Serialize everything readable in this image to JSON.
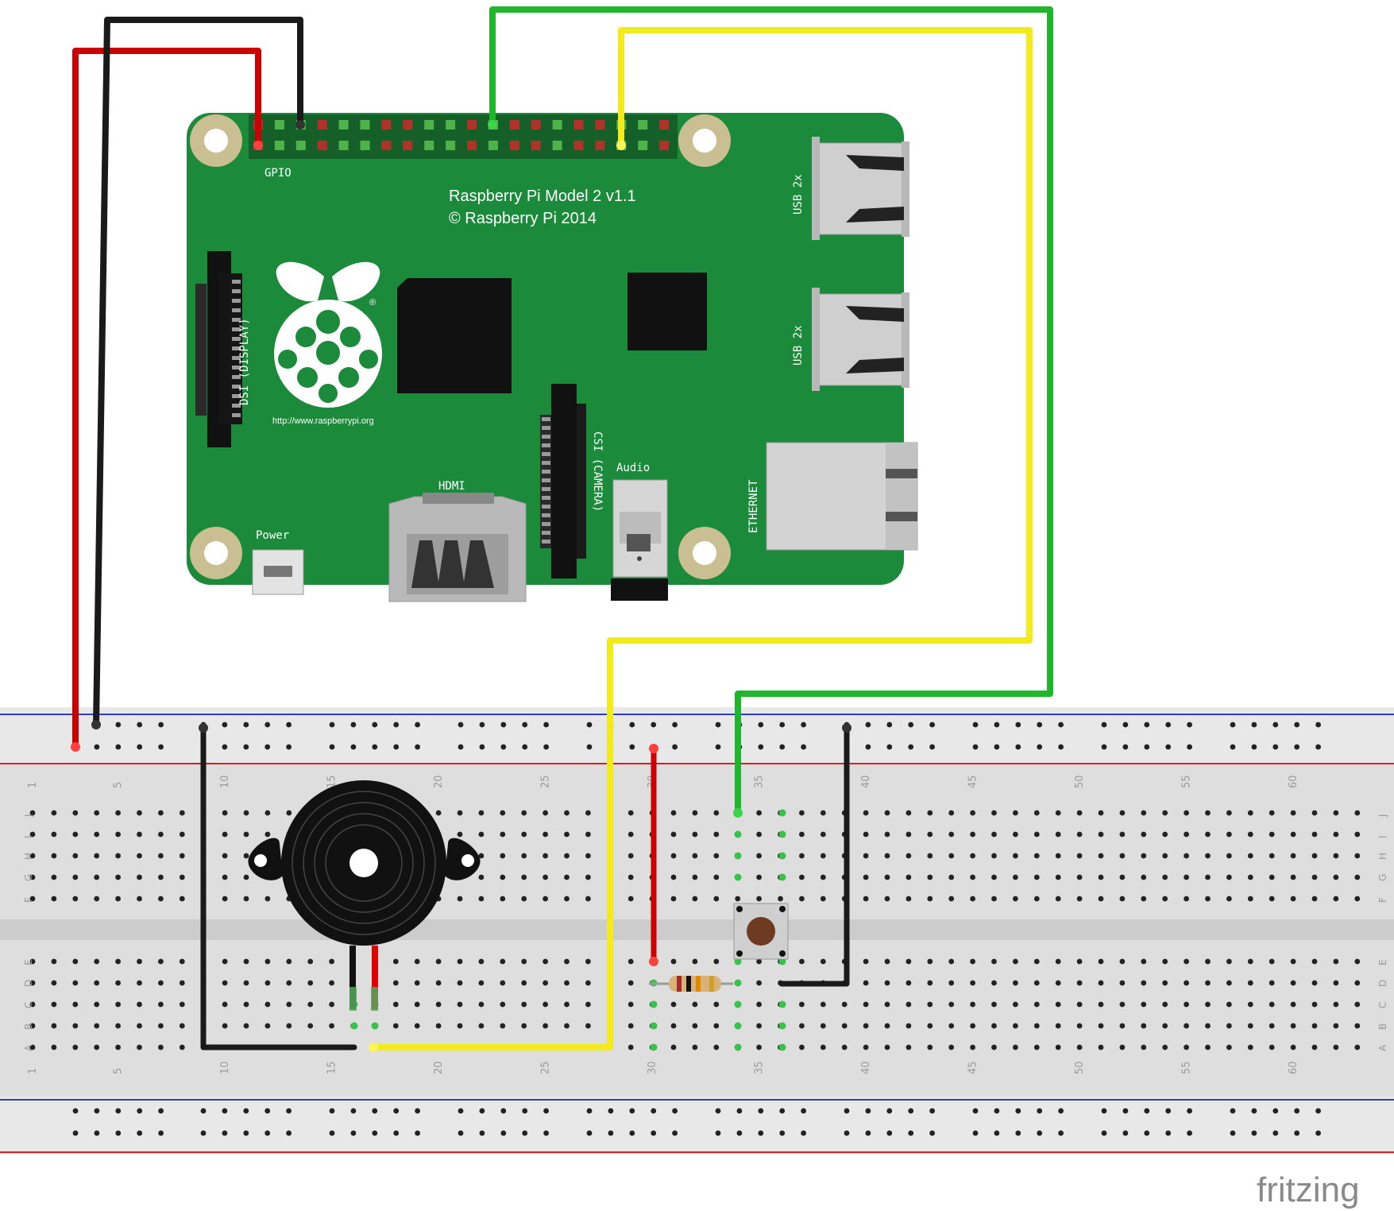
{
  "board": {
    "model_line1": "Raspberry Pi Model 2 v1.1",
    "model_line2": "© Raspberry Pi 2014",
    "url": "http://www.raspberrypi.org",
    "trademark": "®",
    "gpio_label": "GPIO",
    "dsi_label": "DSI (DISPLAY)",
    "csi_label": "CSI (CAMERA)",
    "hdmi_label": "HDMI",
    "audio_label": "Audio",
    "power_label": "Power",
    "usb_label_1": "USB 2x",
    "usb_label_2": "USB 2x",
    "ethernet_label": "ETHERNET",
    "pcb_color": "#1b8a3a"
  },
  "breadboard": {
    "column_numbers": [
      "1",
      "5",
      "10",
      "15",
      "20",
      "25",
      "30",
      "35",
      "40",
      "45",
      "50",
      "55",
      "60"
    ],
    "top_row_letters": [
      "J",
      "I",
      "H",
      "G",
      "F"
    ],
    "bottom_row_letters": [
      "E",
      "D",
      "C",
      "B",
      "A"
    ]
  },
  "wires": {
    "red": "#cc0000",
    "black": "#1a1a1a",
    "green": "#1fb52d",
    "yellow": "#f2ea1a"
  },
  "watermark": "fritzing"
}
